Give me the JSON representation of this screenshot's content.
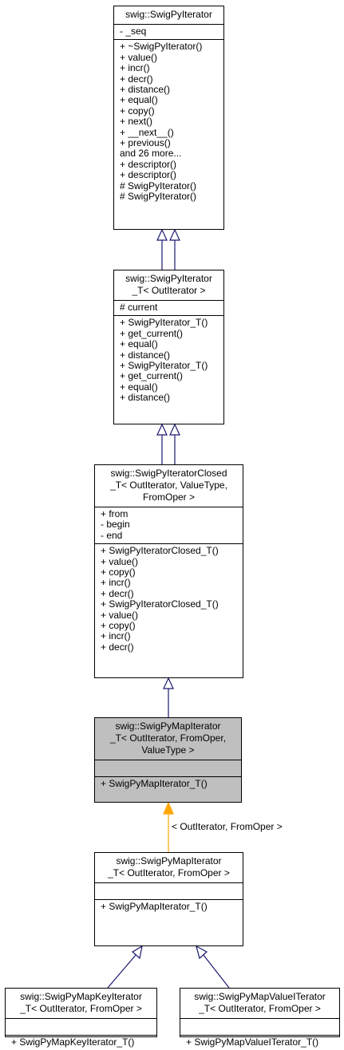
{
  "diagram": {
    "colors": {
      "inheritance": "#191970",
      "template_instance": "#ffa500",
      "highlight_fill": "#bfbfbf"
    },
    "nodes": {
      "base": {
        "title": [
          "swig::SwigPyIterator"
        ],
        "attributes": [
          "- _seq"
        ],
        "methods": [
          "+ ~SwigPyIterator()",
          "+ value()",
          "+ incr()",
          "+ decr()",
          "+ distance()",
          "+ equal()",
          "+ copy()",
          "+ next()",
          "+ __next__()",
          "+ previous()",
          "and 26 more...",
          "+ descriptor()",
          "+ descriptor()",
          "# SwigPyIterator()",
          "# SwigPyIterator()"
        ]
      },
      "iterT": {
        "title": [
          "swig::SwigPyIterator",
          "_T< OutIterator >"
        ],
        "attributes": [
          "# current"
        ],
        "methods": [
          "+ SwigPyIterator_T()",
          "+ get_current()",
          "+ equal()",
          "+ distance()",
          "+ SwigPyIterator_T()",
          "+ get_current()",
          "+ equal()",
          "+ distance()"
        ]
      },
      "closed": {
        "title": [
          "swig::SwigPyIteratorClosed",
          "_T< OutIterator, ValueType,",
          "FromOper >"
        ],
        "attributes": [
          "+ from",
          "- begin",
          "- end"
        ],
        "methods": [
          "+ SwigPyIteratorClosed_T()",
          "+ value()",
          "+ copy()",
          "+ incr()",
          "+ decr()",
          "+ SwigPyIteratorClosed_T()",
          "+ value()",
          "+ copy()",
          "+ incr()",
          "+ decr()"
        ]
      },
      "map3": {
        "title": [
          "swig::SwigPyMapIterator",
          "_T< OutIterator, FromOper,",
          "ValueType >"
        ],
        "attributes": [],
        "methods": [
          "+ SwigPyMapIterator_T()"
        ]
      },
      "map2": {
        "title": [
          "swig::SwigPyMapIterator",
          "_T< OutIterator, FromOper >"
        ],
        "attributes": [],
        "methods": [
          "+ SwigPyMapIterator_T()"
        ]
      },
      "key": {
        "title": [
          "swig::SwigPyMapKeyIterator",
          "_T< OutIterator, FromOper >"
        ],
        "attributes": [],
        "methods": [
          "+ SwigPyMapKeyIterator_T()"
        ]
      },
      "val": {
        "title": [
          "swig::SwigPyMapValueITerator",
          "_T< OutIterator, FromOper >"
        ],
        "attributes": [],
        "methods": [
          "+ SwigPyMapValueITerator_T()"
        ]
      }
    },
    "edge_label": "< OutIterator, FromOper >"
  }
}
